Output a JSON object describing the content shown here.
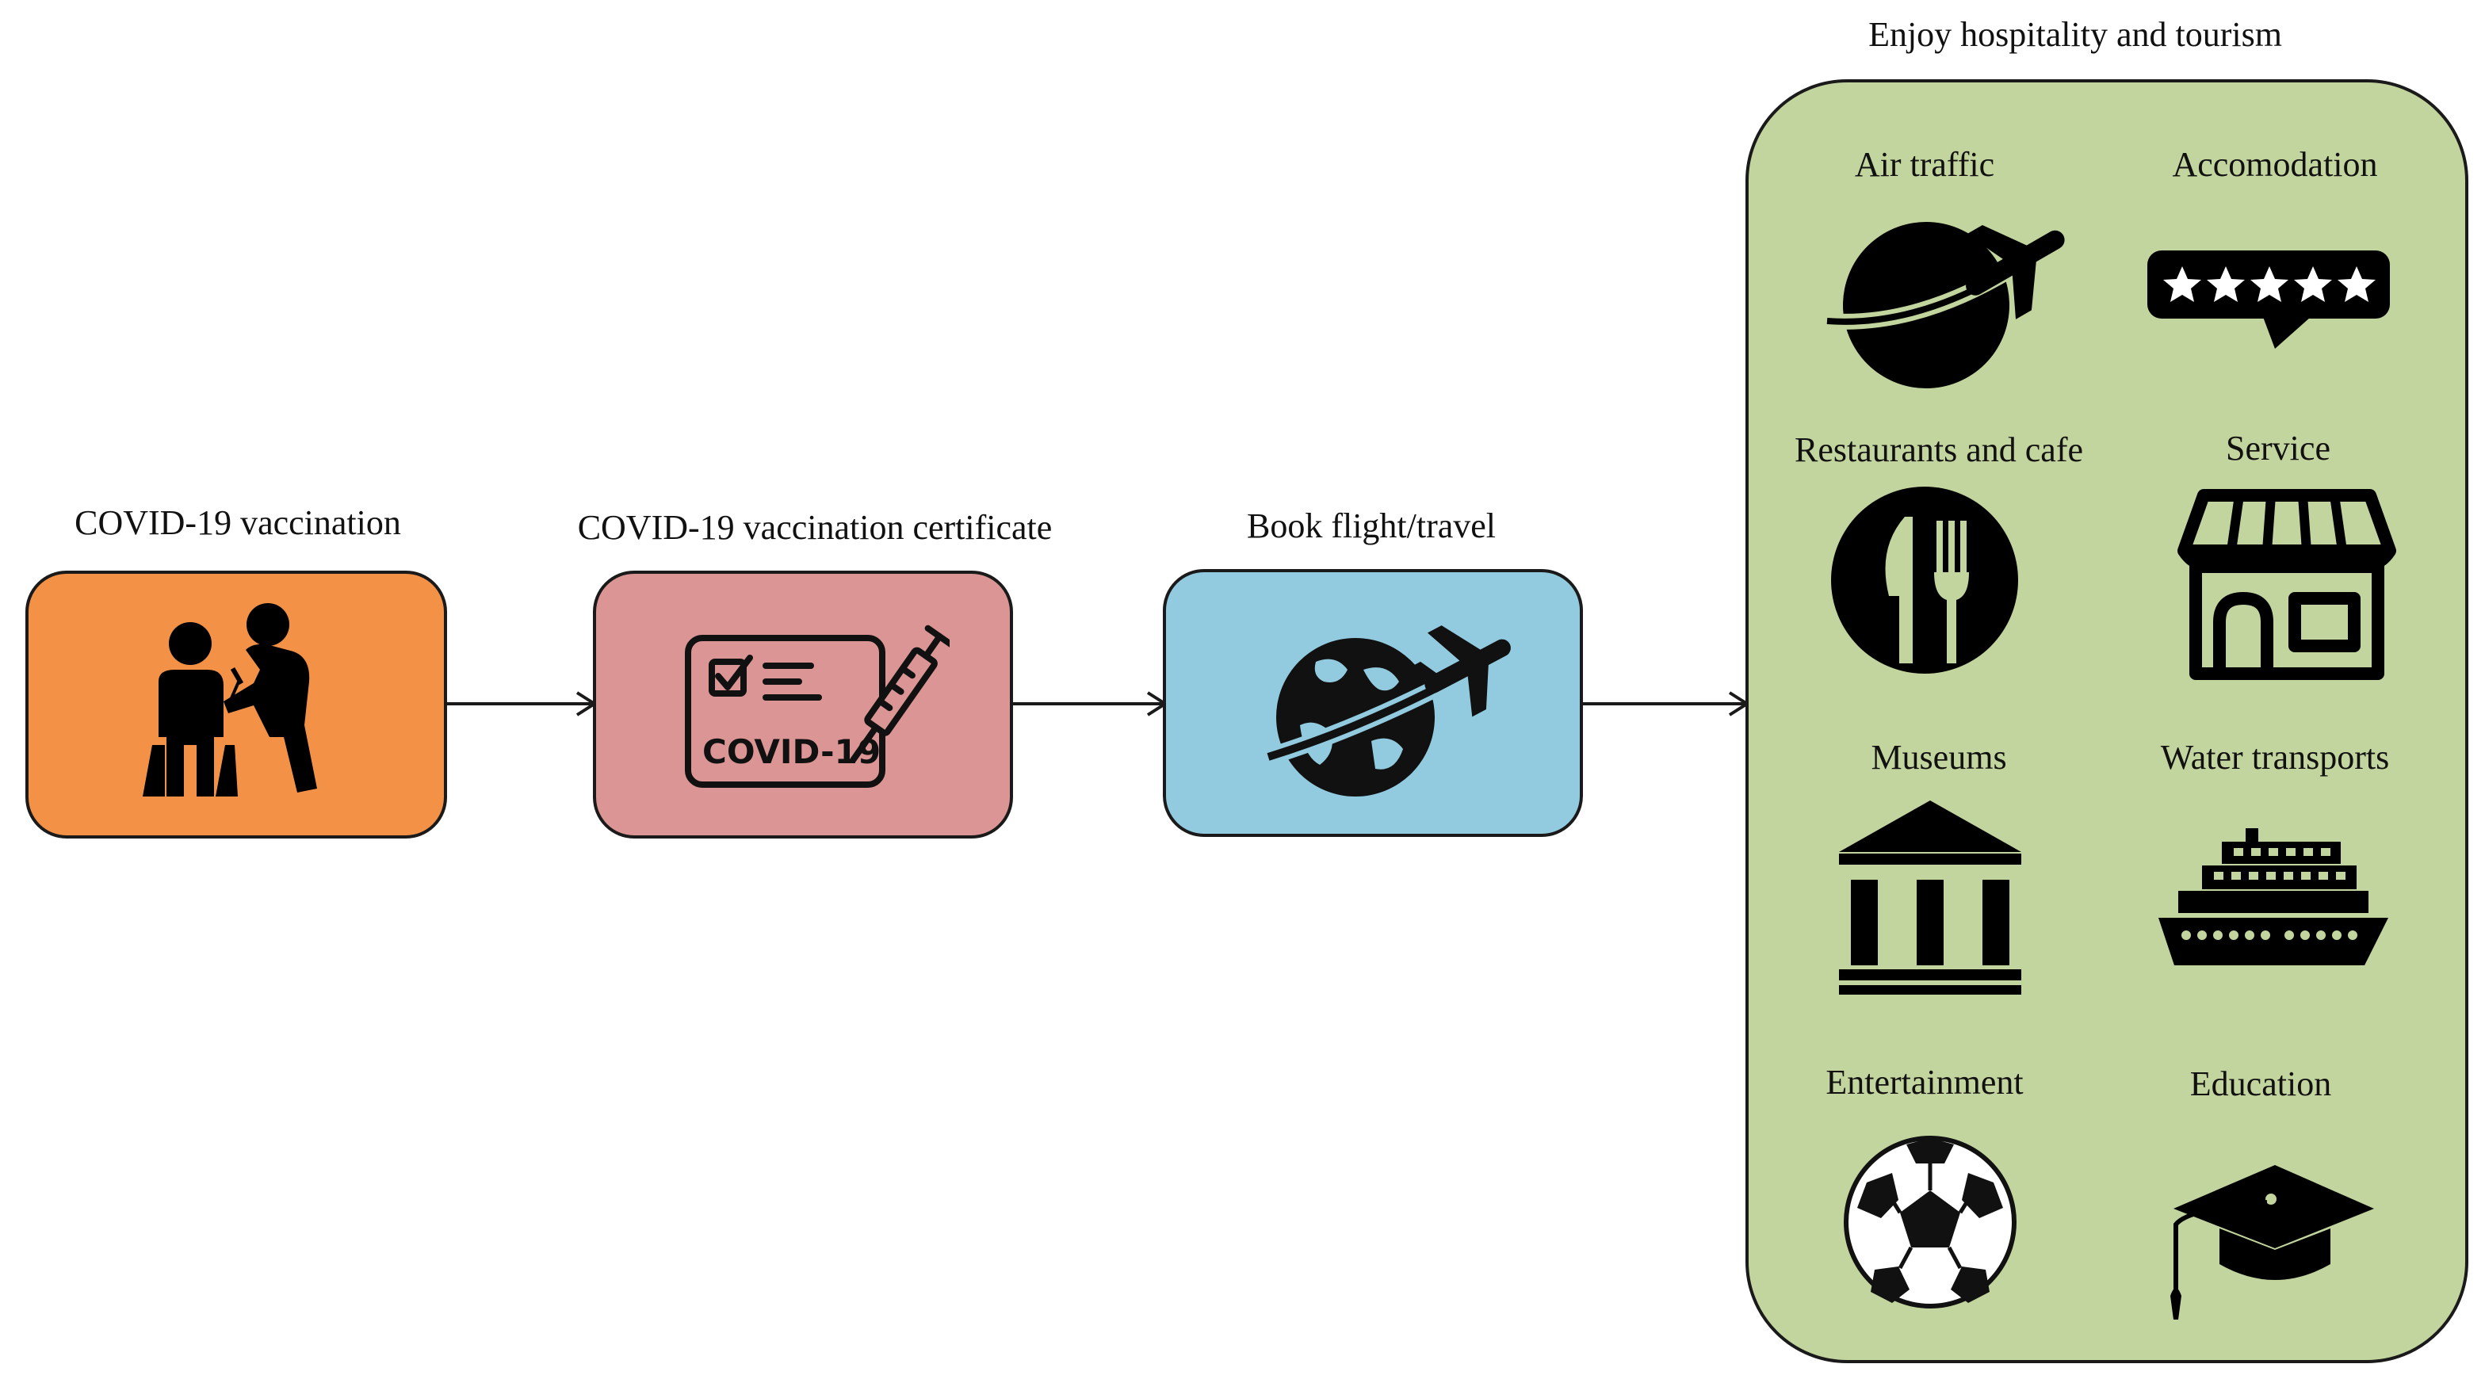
{
  "steps": [
    {
      "label": "COVID-19 vaccination",
      "icon": "vaccination-icon",
      "color": "#f39247"
    },
    {
      "label": "COVID-19 vaccination certificate",
      "icon": "certificate-icon",
      "color": "#db9594",
      "badge": "COVID-19"
    },
    {
      "label": "Book flight/travel",
      "icon": "globe-plane-icon",
      "color": "#92cbdf"
    }
  ],
  "panel": {
    "title": "Enjoy hospitality and tourism",
    "color": "#c3d59e",
    "items": [
      {
        "label": "Air traffic",
        "icon": "airplane-globe-icon"
      },
      {
        "label": "Accomodation",
        "icon": "five-star-rating-icon"
      },
      {
        "label": "Restaurants and cafe",
        "icon": "knife-fork-icon"
      },
      {
        "label": "Service",
        "icon": "storefront-icon"
      },
      {
        "label": "Museums",
        "icon": "museum-icon"
      },
      {
        "label": "Water transports",
        "icon": "cruise-ship-icon"
      },
      {
        "label": "Entertainment",
        "icon": "soccer-ball-icon"
      },
      {
        "label": "Education",
        "icon": "graduation-cap-icon"
      }
    ]
  }
}
